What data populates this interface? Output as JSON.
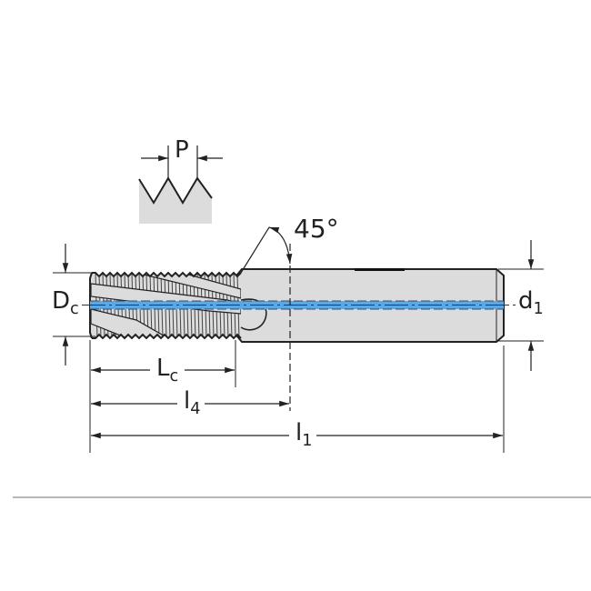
{
  "diagram": {
    "title": "Thread mill cutter dimension drawing",
    "colors": {
      "body_fill": "#dcdcdc",
      "outline": "#222222",
      "coolant_channel": "#5aa9e6",
      "divider": "#b8b8b8"
    },
    "thread_profile_inset": {
      "pitch_label": "P"
    },
    "angle_label": "45°",
    "dimensions": {
      "cutting_diameter": {
        "main": "D",
        "sub": "c"
      },
      "shank_diameter": {
        "main": "d",
        "sub": "1"
      },
      "cutting_length": {
        "main": "L",
        "sub": "c"
      },
      "neck_length": {
        "main": "l",
        "sub": "4"
      },
      "overall_length": {
        "main": "l",
        "sub": "1"
      }
    }
  }
}
